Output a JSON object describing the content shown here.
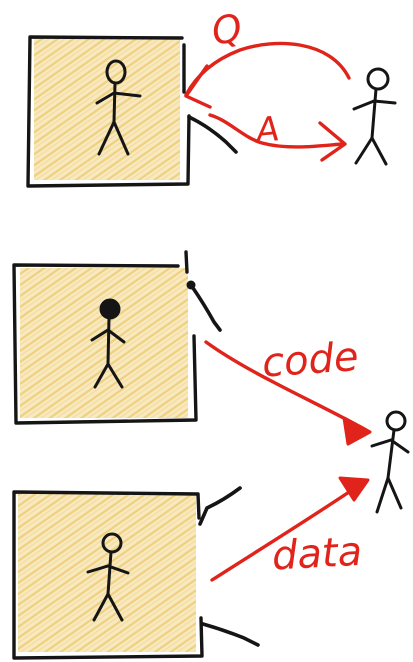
{
  "labels": {
    "question": "Q",
    "answer": "A",
    "code": "code",
    "data": "data"
  },
  "colors": {
    "ink": "#151515",
    "red": "#e0241b",
    "box_fill": "#f8e7b8",
    "hatch": "#ecc25c"
  }
}
